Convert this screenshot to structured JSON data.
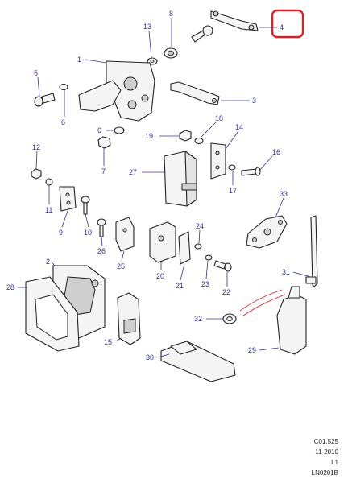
{
  "callouts": {
    "c1": "1",
    "c2": "2",
    "c3": "3",
    "c4": "4",
    "c5": "5",
    "c6": "6",
    "c7": "7",
    "c8": "8",
    "c9": "9",
    "c10": "10",
    "c11": "11",
    "c12": "12",
    "c13": "13",
    "c14": "14",
    "c15": "15",
    "c16": "16",
    "c17": "17",
    "c18": "18",
    "c19": "19",
    "c20": "20",
    "c21": "21",
    "c22": "22",
    "c23": "23",
    "c24": "24",
    "c25": "25",
    "c26": "26",
    "c27": "27",
    "c28": "28",
    "c29": "29",
    "c30": "30",
    "c31": "31",
    "c32": "32",
    "c33": "33"
  },
  "highlight_color": "#e01e26",
  "callout_color": "#2e3192",
  "footer": {
    "line1": "C01.525",
    "line2": "11-2010",
    "line3": "L1",
    "line4": "LN0201B"
  }
}
